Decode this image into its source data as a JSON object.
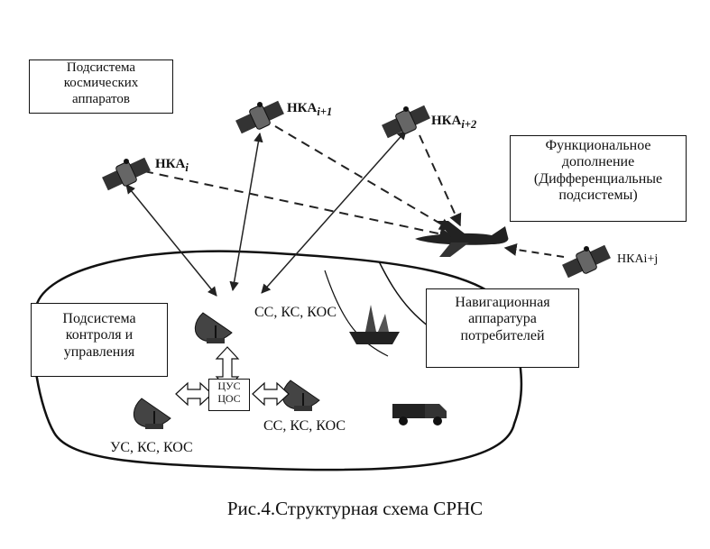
{
  "figure": {
    "caption": "Рис.4.Структурная схема СРНС"
  },
  "boxes": {
    "space_subsystem": [
      "Подсистема",
      "космических",
      "аппаратов"
    ],
    "functional_addition": [
      "Функциональное",
      "дополнение",
      "(Дифференциальные",
      "подсистемы)"
    ],
    "control_subsystem": [
      "Подсистема",
      "контроля и",
      "управления"
    ],
    "nav_equipment": [
      "Навигационная",
      "аппаратура",
      "потребителей"
    ]
  },
  "satellites": {
    "s1": "НКА",
    "s1_sub": "i",
    "s2": "НКА",
    "s2_sub": "i+1",
    "s3": "НКА",
    "s3_sub": "i+2",
    "s4": "НКАi+j"
  },
  "ground": {
    "station_top": "СС, КС, КОС",
    "center": [
      "ЦУС",
      "ЦОС"
    ],
    "station_right": "СС, КС, КОС",
    "station_left": "УС, КС, КОС"
  },
  "icons": [
    "satellite-icon",
    "antenna-dish-icon",
    "airplane-icon",
    "ship-icon",
    "truck-icon"
  ]
}
